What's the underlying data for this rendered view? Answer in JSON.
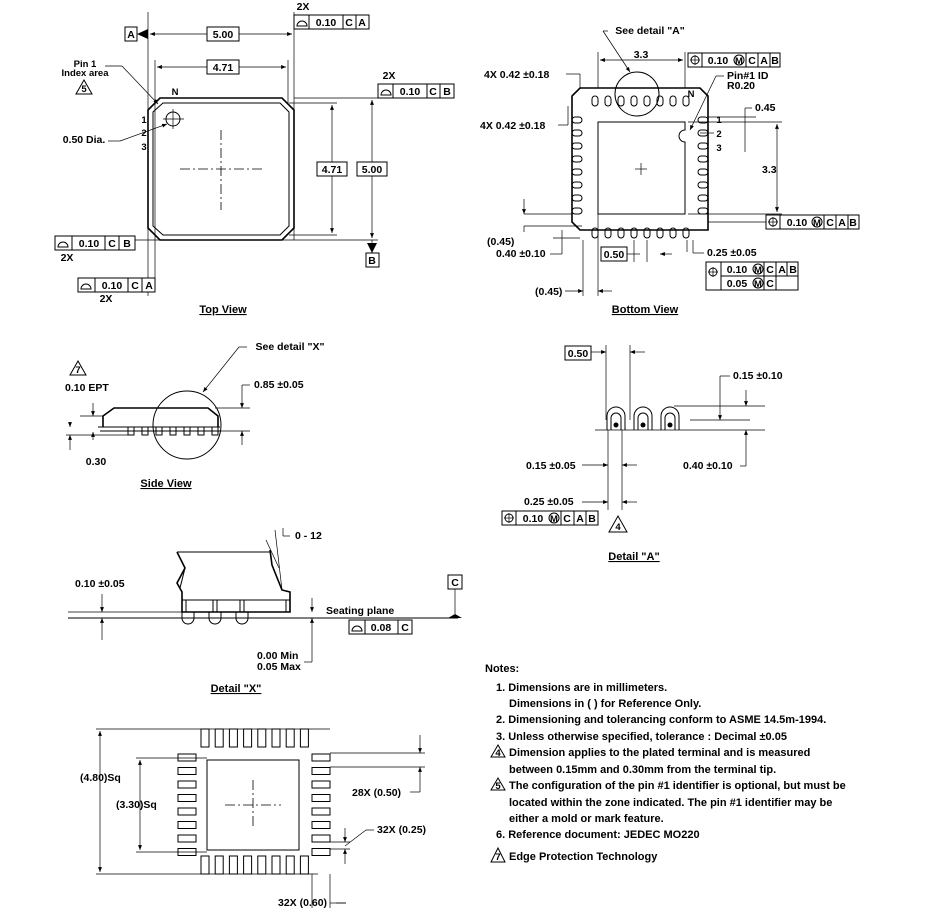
{
  "top_view": {
    "title": "Top View",
    "datum_a": "A",
    "datum_b": "B",
    "dim_500_h": "5.00",
    "dim_471_h": "4.71",
    "dim_471_v": "4.71",
    "dim_500_v": "5.00",
    "tol_top_2x": "2X",
    "tol_top": [
      "0.10",
      "C",
      "A"
    ],
    "tol_right_2x": "2X",
    "tol_right": [
      "0.10",
      "C",
      "B"
    ],
    "tol_left": [
      "0.10",
      "C",
      "B"
    ],
    "tol_left_2x": "2X",
    "tol_bottom": [
      "0.10",
      "C",
      "A"
    ],
    "tol_bottom_2x": "2X",
    "pin1_label_1": "Pin 1",
    "pin1_label_2": "Index area",
    "note5": "5",
    "n_label": "N",
    "pin_1": "1",
    "pin_2": "2",
    "pin_3": "3",
    "dia": "0.50 Dia."
  },
  "bottom_view": {
    "title": "Bottom View",
    "see_detail": "See detail \"A\"",
    "dim_33_top": "3.3",
    "dim_33_right": "3.3",
    "x042_1": "4X 0.42 ±0.18",
    "x042_2": "4X 0.42 ±0.18",
    "pin_id_1": "Pin#1 ID",
    "pin_id_2": "R0.20",
    "n_label": "N",
    "d045_right": "0.45",
    "pin_1": "1",
    "pin_2": "2",
    "pin_3": "3",
    "pos_tol": [
      "0.10",
      "M",
      "C",
      "A",
      "B"
    ],
    "pos_tol_right": [
      "0.10",
      "M",
      "C",
      "A",
      "B"
    ],
    "d045_left": "(0.45)",
    "d040": "0.40 ±0.10",
    "d050": "0.50",
    "d025": "0.25 ±0.05",
    "tol_a": [
      "0.10",
      "M",
      "C",
      "A",
      "B"
    ],
    "tol_b": [
      "0.05",
      "M",
      "C"
    ],
    "d045_bottom": "(0.45)"
  },
  "side_view": {
    "title": "Side View",
    "see_detail": "See detail \"X\"",
    "note7": "7",
    "ept": "0.10 EPT",
    "d085": "0.85 ±0.05",
    "d030": "0.30"
  },
  "detail_a": {
    "title": "Detail \"A\"",
    "d050": "0.50",
    "d015_top": "0.15 ±0.10",
    "d015_left": "0.15 ±0.05",
    "d040": "0.40 ±0.10",
    "d025": "0.25 ±0.05",
    "tol": [
      "0.10",
      "M",
      "C",
      "A",
      "B"
    ],
    "note4": "4"
  },
  "detail_x": {
    "title": "Detail \"X\"",
    "angle": "0 - 12",
    "d010": "0.10 ±0.05",
    "seating": "Seating plane",
    "datum_c": "C",
    "flat_tol": [
      "0.08",
      "C"
    ],
    "min": "0.00 Min",
    "max": "0.05 Max"
  },
  "land_pattern": {
    "d480": "(4.80)Sq",
    "d330": "(3.30)Sq",
    "d050": "28X (0.50)",
    "d025": "32X (0.25)",
    "d060": "32X (0.60)"
  },
  "notes": {
    "heading": "Notes:",
    "items": [
      "1. Dimensions are in millimeters.",
      "Dimensions in (    ) for Reference Only.",
      "2. Dimensioning and tolerancing conform to ASME 14.5m-1994.",
      "3. Unless otherwise specified, tolerance :  Decimal ±0.05",
      "Dimension applies to the plated terminal and is measured",
      "between 0.15mm and 0.30mm from the terminal tip.",
      "The configuration of the pin #1 identifier is optional, but must be",
      "located within the zone indicated. The pin #1 identifier may be",
      "either a mold or mark feature.",
      "6. Reference document: JEDEC MO220",
      "Edge Protection Technology"
    ],
    "num4": "4",
    "num5": "5",
    "num7": "7"
  }
}
